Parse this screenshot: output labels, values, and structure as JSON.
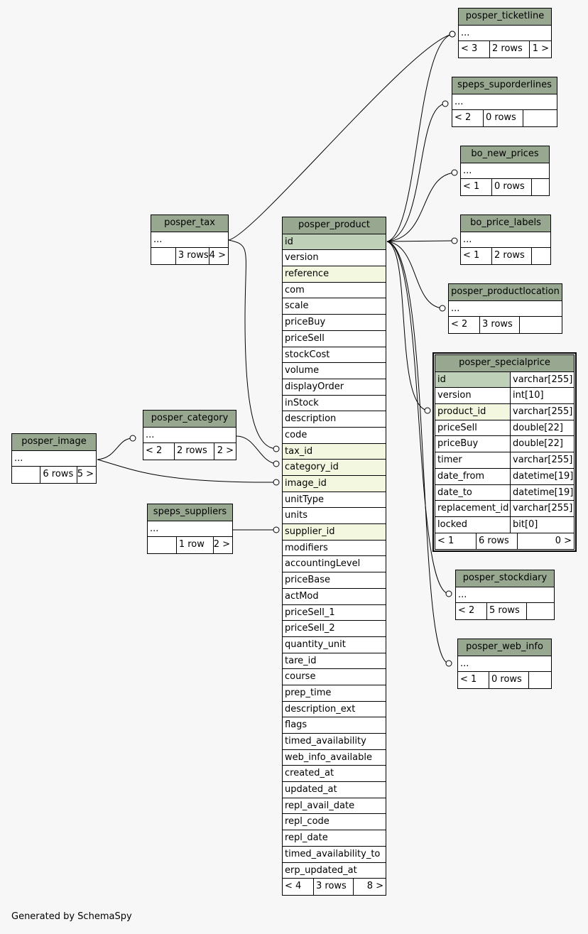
{
  "tables": [
    {
      "name": "posper_ticketline",
      "rows": [
        {
          "n": "..."
        }
      ],
      "footer": [
        "< 3",
        "2 rows",
        "1 >"
      ]
    },
    {
      "name": "speps_suporderlines",
      "rows": [
        {
          "n": "..."
        }
      ],
      "footer": [
        "< 2",
        "0 rows",
        ""
      ]
    },
    {
      "name": "bo_new_prices",
      "rows": [
        {
          "n": "..."
        }
      ],
      "footer": [
        "< 1",
        "0 rows",
        ""
      ]
    },
    {
      "name": "bo_price_labels",
      "rows": [
        {
          "n": "..."
        }
      ],
      "footer": [
        "< 1",
        "2 rows",
        ""
      ]
    },
    {
      "name": "posper_productlocation",
      "rows": [
        {
          "n": "..."
        }
      ],
      "footer": [
        "< 2",
        "3 rows",
        ""
      ]
    },
    {
      "name": "posper_specialprice",
      "focus": true,
      "rows": [
        {
          "n": "id",
          "t": "varchar[255]",
          "k": "pk"
        },
        {
          "n": "version",
          "t": "int[10]"
        },
        {
          "n": "product_id",
          "t": "varchar[255]",
          "k": "fk"
        },
        {
          "n": "priceSell",
          "t": "double[22]"
        },
        {
          "n": "priceBuy",
          "t": "double[22]"
        },
        {
          "n": "timer",
          "t": "varchar[255]"
        },
        {
          "n": "date_from",
          "t": "datetime[19]"
        },
        {
          "n": "date_to",
          "t": "datetime[19]"
        },
        {
          "n": "replacement_id",
          "t": "varchar[255]"
        },
        {
          "n": "locked",
          "t": "bit[0]"
        }
      ],
      "footer": [
        "< 1",
        "6 rows",
        "0 >"
      ]
    },
    {
      "name": "posper_stockdiary",
      "rows": [
        {
          "n": "..."
        }
      ],
      "footer": [
        "< 2",
        "5 rows",
        ""
      ]
    },
    {
      "name": "posper_web_info",
      "rows": [
        {
          "n": "..."
        }
      ],
      "footer": [
        "< 1",
        "0 rows",
        ""
      ]
    },
    {
      "name": "posper_tax",
      "rows": [
        {
          "n": "..."
        }
      ],
      "footer": [
        "",
        "3 rows",
        "4 >"
      ]
    },
    {
      "name": "posper_category",
      "rows": [
        {
          "n": "..."
        }
      ],
      "footer": [
        "< 2",
        "2 rows",
        "2 >"
      ]
    },
    {
      "name": "posper_image",
      "rows": [
        {
          "n": "..."
        }
      ],
      "footer": [
        "",
        "6 rows",
        "5 >"
      ]
    },
    {
      "name": "speps_suppliers",
      "rows": [
        {
          "n": "..."
        }
      ],
      "footer": [
        "",
        "1 row",
        "2 >"
      ]
    },
    {
      "name": "posper_product",
      "rows": [
        {
          "n": "id",
          "k": "pk"
        },
        {
          "n": "version"
        },
        {
          "n": "reference",
          "k": "fk"
        },
        {
          "n": "com"
        },
        {
          "n": "scale"
        },
        {
          "n": "priceBuy"
        },
        {
          "n": "priceSell"
        },
        {
          "n": "stockCost"
        },
        {
          "n": "volume"
        },
        {
          "n": "displayOrder"
        },
        {
          "n": "inStock"
        },
        {
          "n": "description"
        },
        {
          "n": "code"
        },
        {
          "n": "tax_id",
          "k": "fk"
        },
        {
          "n": "category_id",
          "k": "fk"
        },
        {
          "n": "image_id",
          "k": "fk"
        },
        {
          "n": "unitType"
        },
        {
          "n": "units"
        },
        {
          "n": "supplier_id",
          "k": "fk"
        },
        {
          "n": "modifiers"
        },
        {
          "n": "accountingLevel"
        },
        {
          "n": "priceBase"
        },
        {
          "n": "actMod"
        },
        {
          "n": "priceSell_1"
        },
        {
          "n": "priceSell_2"
        },
        {
          "n": "quantity_unit"
        },
        {
          "n": "tare_id"
        },
        {
          "n": "course"
        },
        {
          "n": "prep_time"
        },
        {
          "n": "description_ext"
        },
        {
          "n": "flags"
        },
        {
          "n": "timed_availability"
        },
        {
          "n": "web_info_available"
        },
        {
          "n": "created_at"
        },
        {
          "n": "updated_at"
        },
        {
          "n": "repl_avail_date"
        },
        {
          "n": "repl_code"
        },
        {
          "n": "repl_date"
        },
        {
          "n": "timed_availability_to"
        },
        {
          "n": "erp_updated_at"
        }
      ],
      "footer": [
        "< 4",
        "3 rows",
        "8 >"
      ]
    }
  ],
  "footer_note": "Generated by SchemaSpy"
}
